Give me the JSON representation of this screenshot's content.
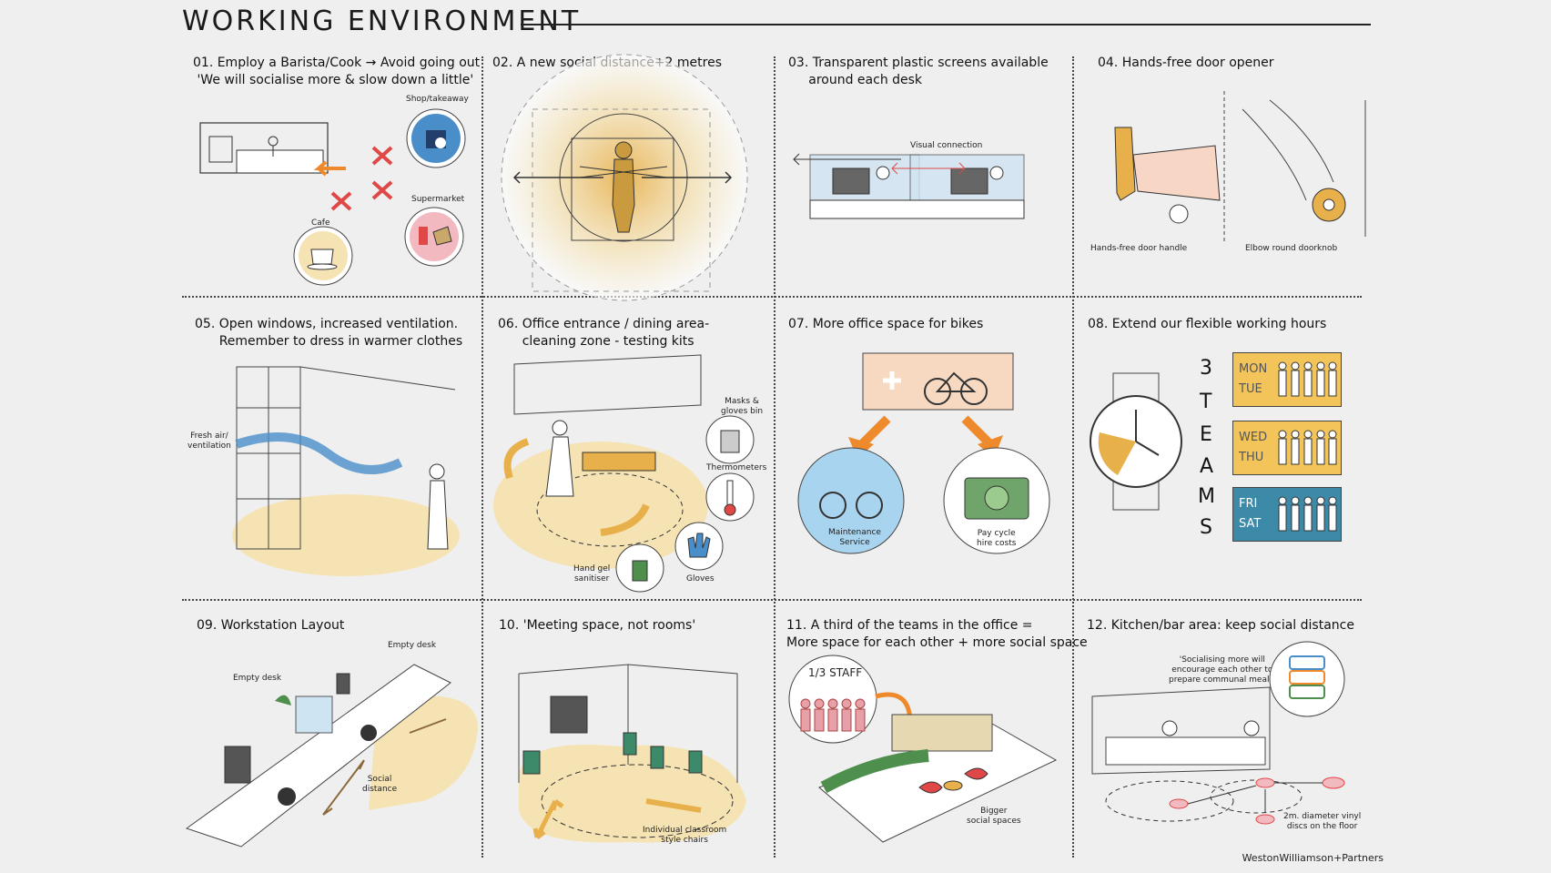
{
  "title": "WORKING ENVIRONMENT",
  "credit": "WestonWilliamson+Partners",
  "panels": [
    {
      "caption": "01. Employ a Barista/Cook → Avoid going out\n 'We will socialise more & slow down a little'",
      "labels": {
        "shop": "Shop/takeaway",
        "supermarket": "Supermarket",
        "cafe": "Cafe"
      }
    },
    {
      "caption": "02. A new social distance+2 metres"
    },
    {
      "caption": "03. Transparent plastic screens available\n     around each desk",
      "labels": {
        "visual": "Visual connection"
      }
    },
    {
      "caption": "04. Hands-free door opener",
      "labels": {
        "handle": "Hands-free door handle",
        "knob": "Elbow round doorknob"
      }
    },
    {
      "caption": "05. Open windows, increased ventilation.\n      Remember to dress in warmer clothes",
      "labels": {
        "fresh": "Fresh air/\nventilation"
      }
    },
    {
      "caption": "06. Office entrance / dining area-\n      cleaning zone - testing kits",
      "labels": {
        "masks": "Masks &\ngloves bin",
        "thermo": "Thermometers",
        "gel": "Hand gel\nsanitiser",
        "gloves": "Gloves"
      }
    },
    {
      "caption": "07. More office space for bikes",
      "labels": {
        "maint": "Maintenance\nService",
        "pay": "Pay cycle\nhire costs"
      }
    },
    {
      "caption": "08. Extend our flexible working hours",
      "teams_word": [
        "3",
        "T",
        "E",
        "A",
        "M",
        "S"
      ],
      "days": [
        [
          "MON",
          "TUE"
        ],
        [
          "WED",
          "THU"
        ],
        [
          "FRI",
          "SAT"
        ]
      ]
    },
    {
      "caption": "09. Workstation Layout",
      "labels": {
        "empty1": "Empty desk",
        "empty2": "Empty desk",
        "social": "Social\ndistance"
      }
    },
    {
      "caption": "10. 'Meeting space, not rooms'",
      "labels": {
        "chairs": "Individual classroom\nstyle chairs"
      }
    },
    {
      "caption": "11. A third of the teams in the office =\nMore space for each other + more social space",
      "labels": {
        "staff": "1/3 STAFF",
        "bigger": "Bigger\nsocial spaces"
      }
    },
    {
      "caption": "12. Kitchen/bar area: keep social distance",
      "labels": {
        "quote": "'Socialising more will\nencourage each other to\nprepare communal meals'",
        "discs": "2m. diameter vinyl\ndiscs on the floor"
      }
    }
  ],
  "colors": {
    "accent_yellow": "#e8b04a",
    "pale_yellow": "#f6e3b4",
    "orange": "#ee8a2c",
    "blue": "#4a8ec9",
    "teal": "#3d8aa8",
    "red": "#e04848",
    "green": "#4e8f4e",
    "pink": "#f2b9c0"
  }
}
